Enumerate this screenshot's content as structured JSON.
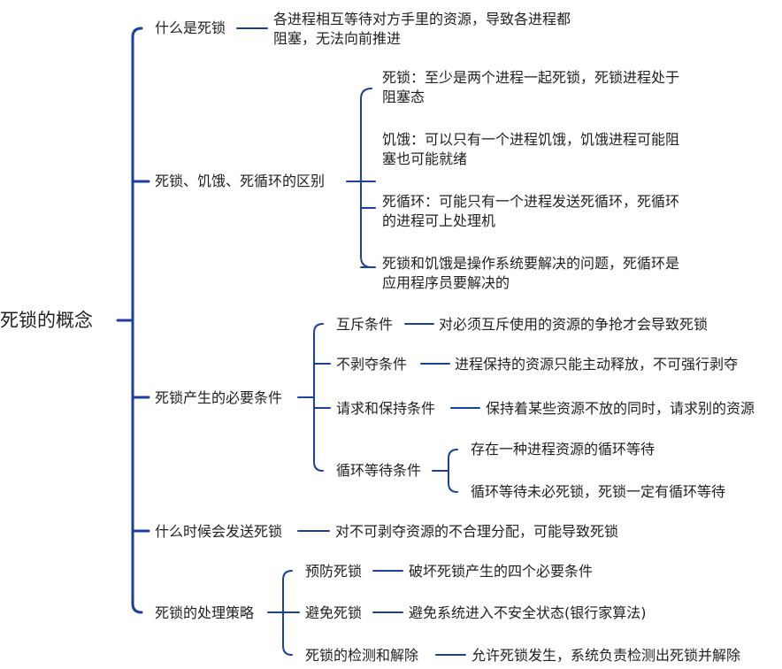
{
  "mindmap": {
    "root": "死锁的概念",
    "branches": [
      {
        "label": "什么是死锁",
        "leaf": [
          "各进程相互等待对方手里的资源，导致各进程都",
          "阻塞，无法向前推进"
        ]
      },
      {
        "label": "死锁、饥饿、死循环的区别",
        "items": [
          [
            "死锁：至少是两个进程一起死锁，死锁进程处于",
            "阻塞态"
          ],
          [
            "饥饿：可以只有一个进程饥饿，饥饿进程可能阻",
            "塞也可能就绪"
          ],
          [
            "死循环：可能只有一个进程发送死循环，死循环",
            "的进程可上处理机"
          ],
          [
            "死锁和饥饿是操作系统要解决的问题，死循环是",
            "应用程序员要解决的"
          ]
        ]
      },
      {
        "label": "死锁产生的必要条件",
        "subs": [
          {
            "label": "互斥条件",
            "leaf": "对必须互斥使用的资源的争抢才会导致死锁"
          },
          {
            "label": "不剥夺条件",
            "leaf": "进程保持的资源只能主动释放，不可强行剥夺"
          },
          {
            "label": "请求和保持条件",
            "leaf": "保持着某些资源不放的同时，请求别的资源"
          },
          {
            "label": "循环等待条件",
            "items": [
              "存在一种进程资源的循环等待",
              "循环等待未必死锁，死锁一定有循环等待"
            ]
          }
        ]
      },
      {
        "label": "什么时候会发送死锁",
        "leaf": "对不可剥夺资源的不合理分配，可能导致死锁"
      },
      {
        "label": "死锁的处理策略",
        "subs": [
          {
            "label": "预防死锁",
            "leaf": "破坏死锁产生的四个必要条件"
          },
          {
            "label": "避免死锁",
            "leaf": "避免系统进入不安全状态(银行家算法)"
          },
          {
            "label": "死锁的检测和解除",
            "leaf": "允许死锁发生，系统负责检测出死锁并解除"
          }
        ]
      }
    ]
  },
  "colors": {
    "line": "#1a3f9c",
    "text": "#1f1f1f"
  }
}
